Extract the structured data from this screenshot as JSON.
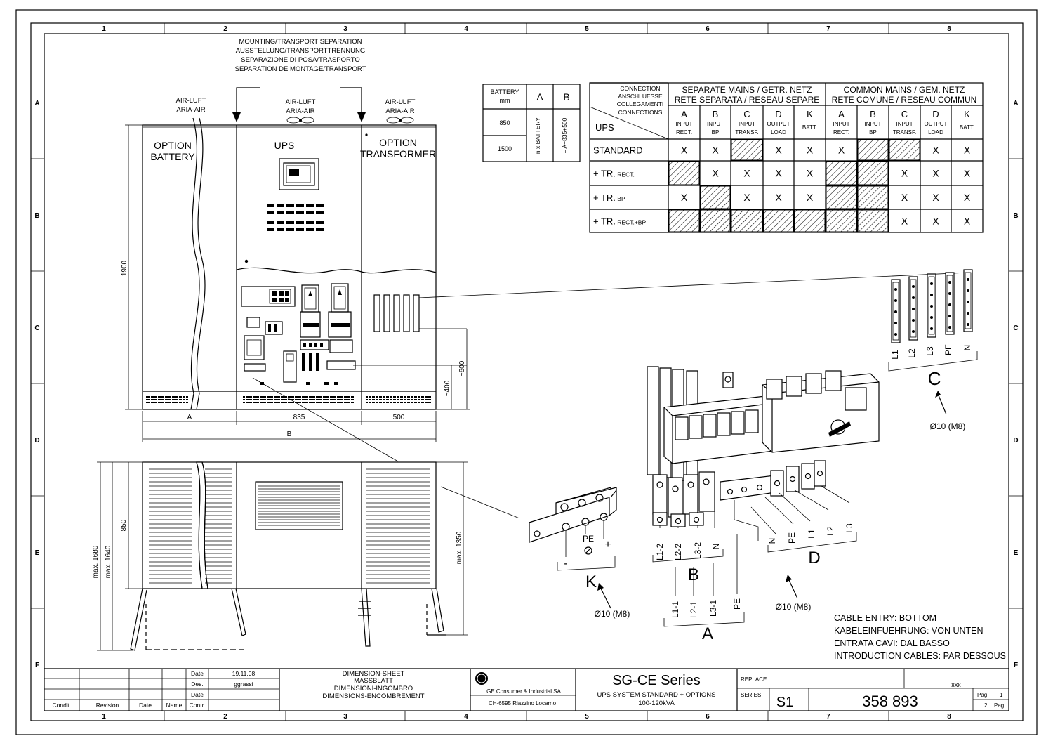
{
  "zones": {
    "columns": [
      "1",
      "2",
      "3",
      "4",
      "5",
      "6",
      "7",
      "8"
    ],
    "rows": [
      "A",
      "B",
      "C",
      "D",
      "E",
      "F"
    ]
  },
  "front_view": {
    "separation_labels": [
      "MOUNTING/TRANSPORT SEPARATION",
      "AUSSTELLUNG/TRANSPORTTRENNUNG",
      "SEPARAZIONE DI POSA/TRASPORTO",
      "SEPARATION DE MONTAGE/TRANSPORT"
    ],
    "air_left": [
      "AIR-LUFT",
      "ARIA-AIR"
    ],
    "air_mid": [
      "AIR-LUFT",
      "ARIA-AIR"
    ],
    "air_right": [
      "AIR-LUFT",
      "ARIA-AIR"
    ],
    "option_battery": [
      "OPTION",
      "BATTERY"
    ],
    "ups": "UPS",
    "option_transformer": [
      "OPTION",
      "TRANSFORMER"
    ],
    "dim_height": "1900",
    "dim_a": "A",
    "dim_835": "835",
    "dim_500": "500",
    "dim_b": "B",
    "dim_400": "~400",
    "dim_600": "~600"
  },
  "side_view": {
    "dim_1680": "max. 1680",
    "dim_1640": "max. 1640",
    "dim_850": "850",
    "dim_1350": "max. 1350"
  },
  "battery_table": {
    "header": [
      "BATTERY mm",
      "A",
      "B"
    ],
    "header_battery": [
      "BATTERY",
      "mm"
    ],
    "rows": [
      "850",
      "1500"
    ],
    "a_text": "n x BATTERY",
    "b_text": "= A+835+500"
  },
  "connection_table": {
    "corner": [
      "CONNECTION",
      "ANSCHLUESSE",
      "COLLEGAMENTI",
      "CONNECTIONS"
    ],
    "corner_ups": "UPS",
    "separate_title": [
      "SEPARATE MAINS / GETR. NETZ",
      "RETE SEPARATA / RESEAU SEPARE"
    ],
    "common_title": [
      "COMMON MAINS / GEM. NETZ",
      "RETE COMUNE / RESEAU COMMUN"
    ],
    "col_letters": [
      "A",
      "B",
      "C",
      "D",
      "K",
      "A",
      "B",
      "C",
      "D",
      "K"
    ],
    "col_sub": [
      [
        "INPUT",
        "RECT."
      ],
      [
        "INPUT",
        "BP"
      ],
      [
        "INPUT",
        "TRANSF."
      ],
      [
        "OUTPUT",
        "LOAD"
      ],
      [
        "BATT."
      ],
      [
        "INPUT",
        "RECT."
      ],
      [
        "INPUT",
        "BP"
      ],
      [
        "INPUT",
        "TRANSF."
      ],
      [
        "OUTPUT",
        "LOAD"
      ],
      [
        "BATT."
      ]
    ],
    "rows": [
      {
        "label": "STANDARD",
        "small": "",
        "cells": [
          "X",
          "X",
          "H",
          "X",
          "X",
          "X",
          "H",
          "H",
          "X",
          "X"
        ]
      },
      {
        "label": "+ TR.",
        "small": "RECT.",
        "cells": [
          "H",
          "X",
          "X",
          "X",
          "X",
          "H",
          "H",
          "X",
          "X",
          "X"
        ]
      },
      {
        "label": "+ TR.",
        "small": "BP",
        "cells": [
          "X",
          "H",
          "X",
          "X",
          "X",
          "H",
          "H",
          "X",
          "X",
          "X"
        ]
      },
      {
        "label": "+ TR.",
        "small": "RECT.+BP",
        "cells": [
          "H",
          "H",
          "H",
          "H",
          "H",
          "H",
          "H",
          "X",
          "X",
          "X"
        ]
      }
    ]
  },
  "terminals_c": {
    "labels": [
      "L1",
      "L2",
      "L3",
      "PE",
      "N"
    ],
    "letter": "C",
    "bolt": "Ø10 (M8)"
  },
  "terminals_k": {
    "minus": "-",
    "pe": "PE",
    "plus": "+",
    "letter": "K",
    "bolt": "Ø10 (M8)"
  },
  "terminals_abd": {
    "b_labels": [
      "L1-2",
      "L2-2",
      "L3-2",
      "N"
    ],
    "b_letter": "B",
    "a_labels": [
      "L1-1",
      "L2-1",
      "L3-1",
      "PE"
    ],
    "a_letter": "A",
    "d_labels": [
      "N",
      "PE",
      "L1",
      "L2",
      "L3"
    ],
    "d_letter": "D",
    "bolt": "Ø10 (M8)"
  },
  "cable_entry": [
    "CABLE ENTRY: BOTTOM",
    "KABELEINFUEHRUNG: VON UNTEN",
    "ENTRATA CAVI: DAL BASSO",
    "INTRODUCTION CABLES: PAR DESSOUS"
  ],
  "title_block": {
    "cond": "Condit.",
    "revision": "Revision",
    "date": "Date",
    "name": "Name",
    "date_label": "Date",
    "date_value": "19.11.08",
    "des_label": "Des.",
    "des_value": "ggrassi",
    "date2_label": "Date",
    "contr_label": "Contr.",
    "sheet_title": [
      "DIMENSION-SHEET",
      "MASSBLATT",
      "DIMENSIONI-INGOMBRO",
      "DIMENSIONS-ENCOMBREMENT"
    ],
    "company": "GE Consumer & Industrial SA",
    "address": "CH-6595  Riazzino   Locarno",
    "series_title": "SG-CE Series",
    "series_sub": [
      "UPS SYSTEM STANDARD + OPTIONS",
      "100-120kVA"
    ],
    "replace_label": "REPLACE",
    "xxx": "xxx",
    "series_label": "SERIES",
    "series_value": "S1",
    "drawing_no": "358 893",
    "pag_label1": "Pag.",
    "pag_value1": "1",
    "pag_value2": "2",
    "pag_label2": "Pag."
  }
}
